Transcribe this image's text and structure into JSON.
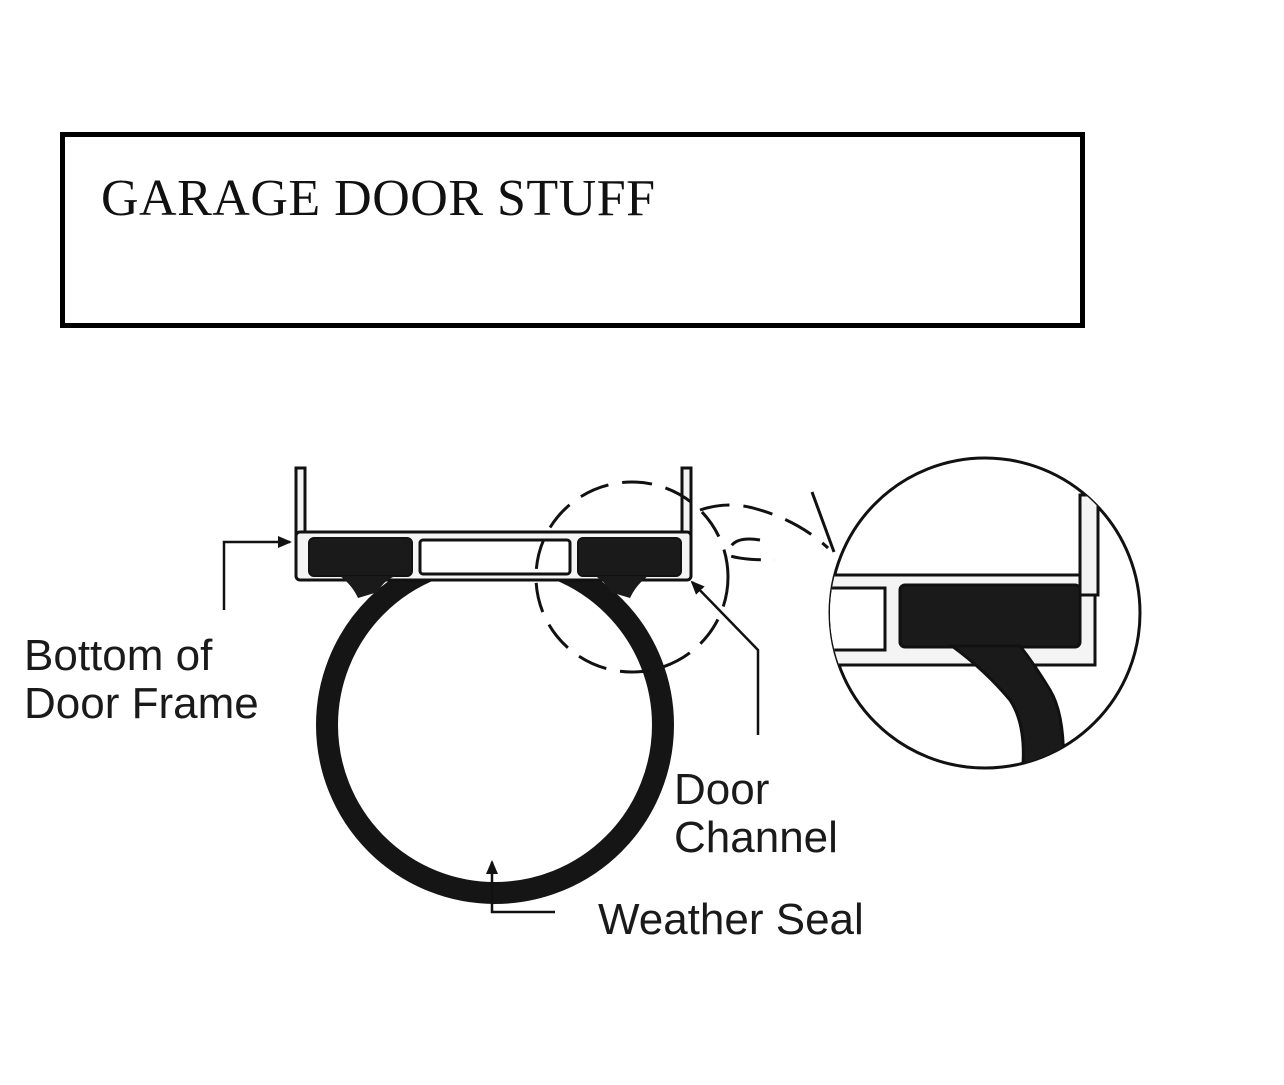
{
  "title": "GARAGE DOOR STUFF",
  "labels": {
    "bottom_frame_line1": "Bottom of",
    "bottom_frame_line2": "Door Frame",
    "door_channel_line1": "Door",
    "door_channel_line2": "Channel",
    "weather_seal": "Weather Seal"
  },
  "colors": {
    "ink": "#111111",
    "frame_fill": "#f4f4f4",
    "seal_fill": "#1a1a1a"
  }
}
